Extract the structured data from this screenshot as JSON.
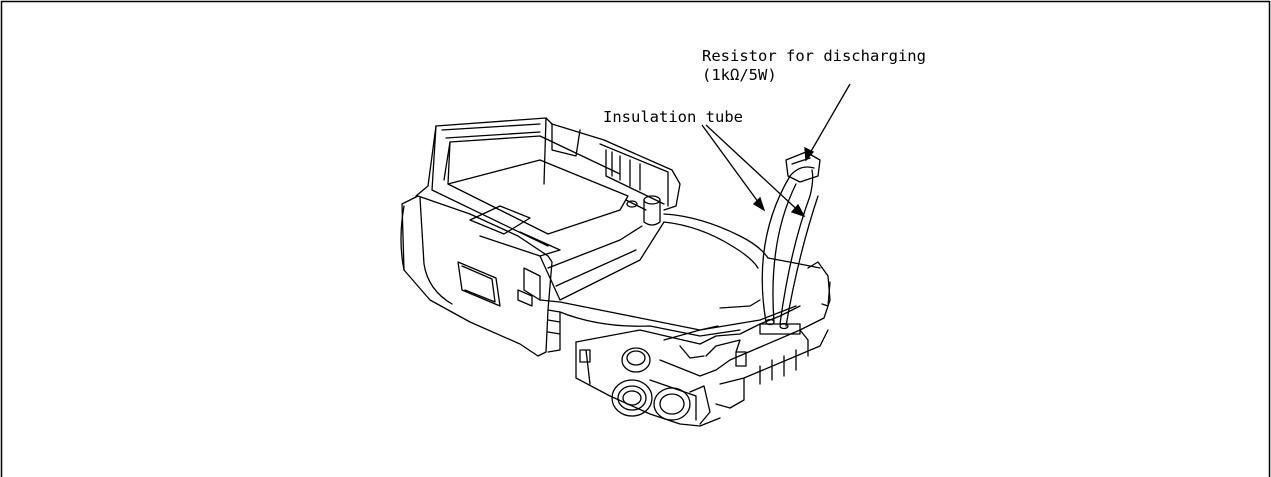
{
  "callouts": {
    "resistor": {
      "line1": "Resistor for discharging",
      "line2": "(1kΩ/5W)"
    },
    "insulation": {
      "label": "Insulation tube"
    }
  }
}
